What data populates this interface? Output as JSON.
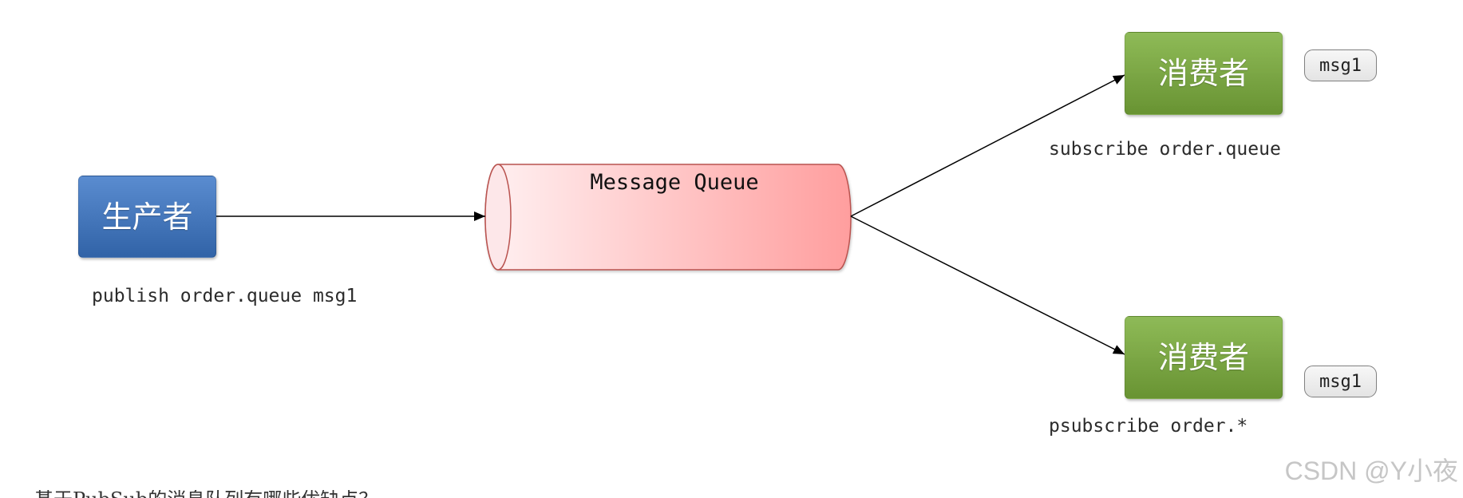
{
  "diagram": {
    "producer": {
      "label": "生产者",
      "command": "publish order.queue msg1"
    },
    "queue": {
      "label": "Message Queue"
    },
    "consumers": [
      {
        "label": "消费者",
        "command": "subscribe order.queue",
        "message": "msg1"
      },
      {
        "label": "消费者",
        "command": "psubscribe order.*",
        "message": "msg1"
      }
    ]
  },
  "footer": {
    "question": "基于PubSub的消息队列有哪些优缺点？"
  },
  "watermark": "CSDN @Y小夜",
  "colors": {
    "producer": "#3a76c7",
    "consumer": "#7caf3c",
    "queue": "#ff9e9e",
    "queue_outline": "#b9524f",
    "arrow": "#000000"
  }
}
